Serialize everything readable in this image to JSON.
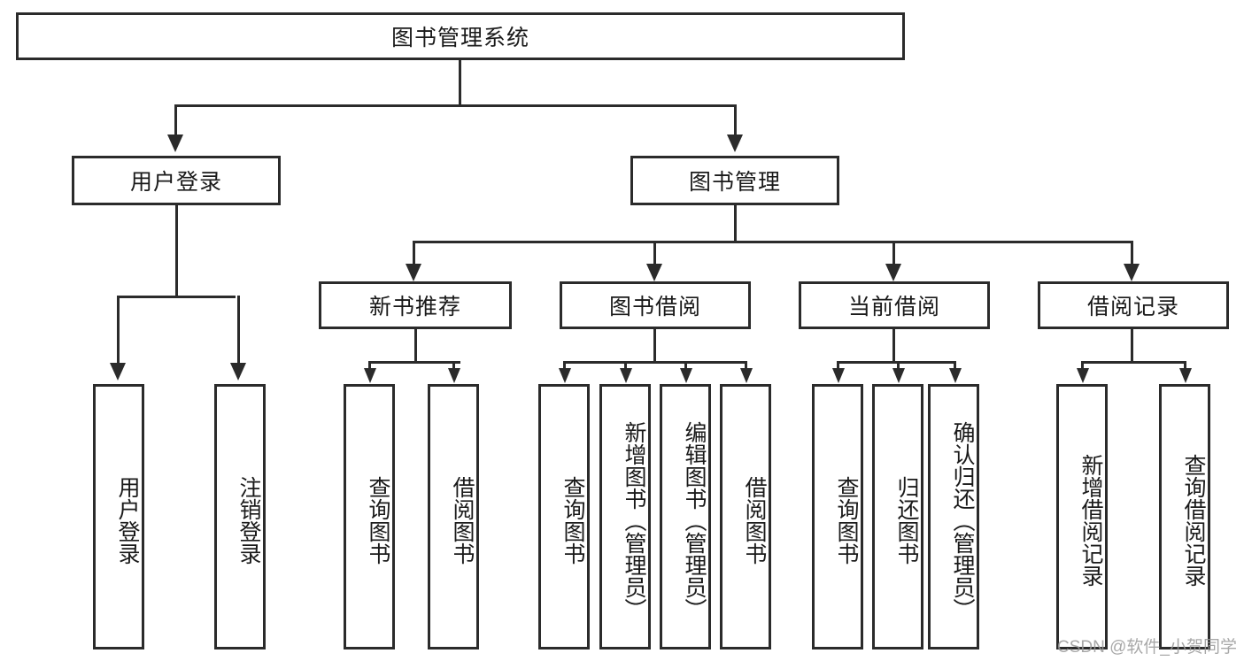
{
  "diagram": {
    "title": "图书管理系统",
    "type": "hierarchy-tree",
    "root": {
      "label": "图书管理系统"
    },
    "level2": [
      {
        "label": "用户登录"
      },
      {
        "label": "图书管理"
      }
    ],
    "level3": [
      {
        "label": "新书推荐"
      },
      {
        "label": "图书借阅"
      },
      {
        "label": "当前借阅"
      },
      {
        "label": "借阅记录"
      }
    ],
    "leaves": {
      "user_login": [
        {
          "label": "用户登录"
        },
        {
          "label": "注销登录"
        }
      ],
      "new_book_recommend": [
        {
          "label": "查询图书"
        },
        {
          "label": "借阅图书"
        }
      ],
      "book_borrow": [
        {
          "label": "查询图书"
        },
        {
          "label": "新增图书（管理员）"
        },
        {
          "label": "编辑图书（管理员）"
        },
        {
          "label": "借阅图书"
        }
      ],
      "current_borrow": [
        {
          "label": "查询图书"
        },
        {
          "label": "归还图书"
        },
        {
          "label": "确认归还（管理员）"
        }
      ],
      "borrow_record": [
        {
          "label": "新增借阅记录"
        },
        {
          "label": "查询借阅记录"
        }
      ]
    }
  },
  "watermark": {
    "text": "CSDN @软件_小贺同学"
  },
  "colors": {
    "stroke": "#2b2b2b",
    "text": "#1a1a1a",
    "background": "#ffffff",
    "watermark": "#9a9a9a"
  }
}
